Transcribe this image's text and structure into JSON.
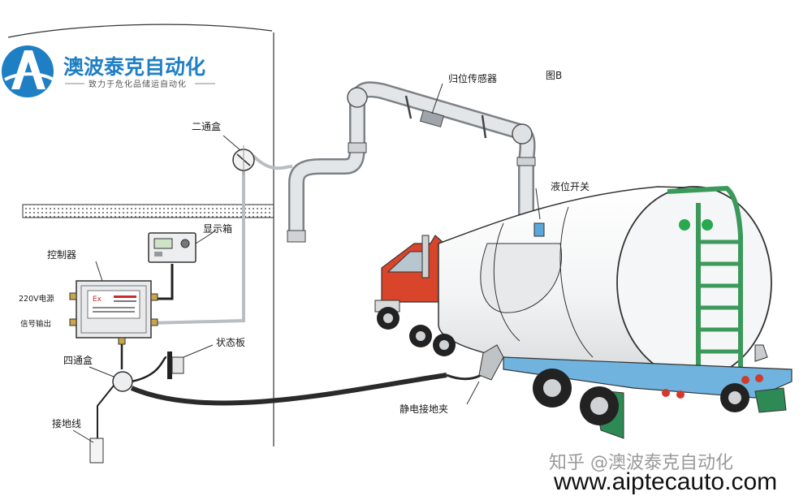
{
  "brand": {
    "name": "澳波泰克自动化",
    "tagline": "致力于危化品储运自动化"
  },
  "figure_label": "图B",
  "labels": {
    "two_way_box": "二通盒",
    "display_box": "显示箱",
    "controller": "控制器",
    "power_220v": "220V电源",
    "signal_output": "信号输出",
    "four_way_box": "四通盒",
    "status_board": "状态板",
    "ground_wire": "接地线",
    "return_sensor": "归位传感器",
    "level_switch": "液位开关",
    "static_clamp": "静电接地夹"
  },
  "controller_plate": {
    "ex_mark": "Ex"
  },
  "watermark": {
    "zhihu": "知乎 @澳波泰克自动化",
    "url": "www.aiptecauto.com"
  },
  "colors": {
    "brand_blue": "#1f7fc4",
    "pipe_grey": "#c9cdd0",
    "cab_red": "#d9452b",
    "chassis_blue": "#6fb3de",
    "ladder_green": "#3b9a5a",
    "mudflap_green": "#2e8a55"
  }
}
